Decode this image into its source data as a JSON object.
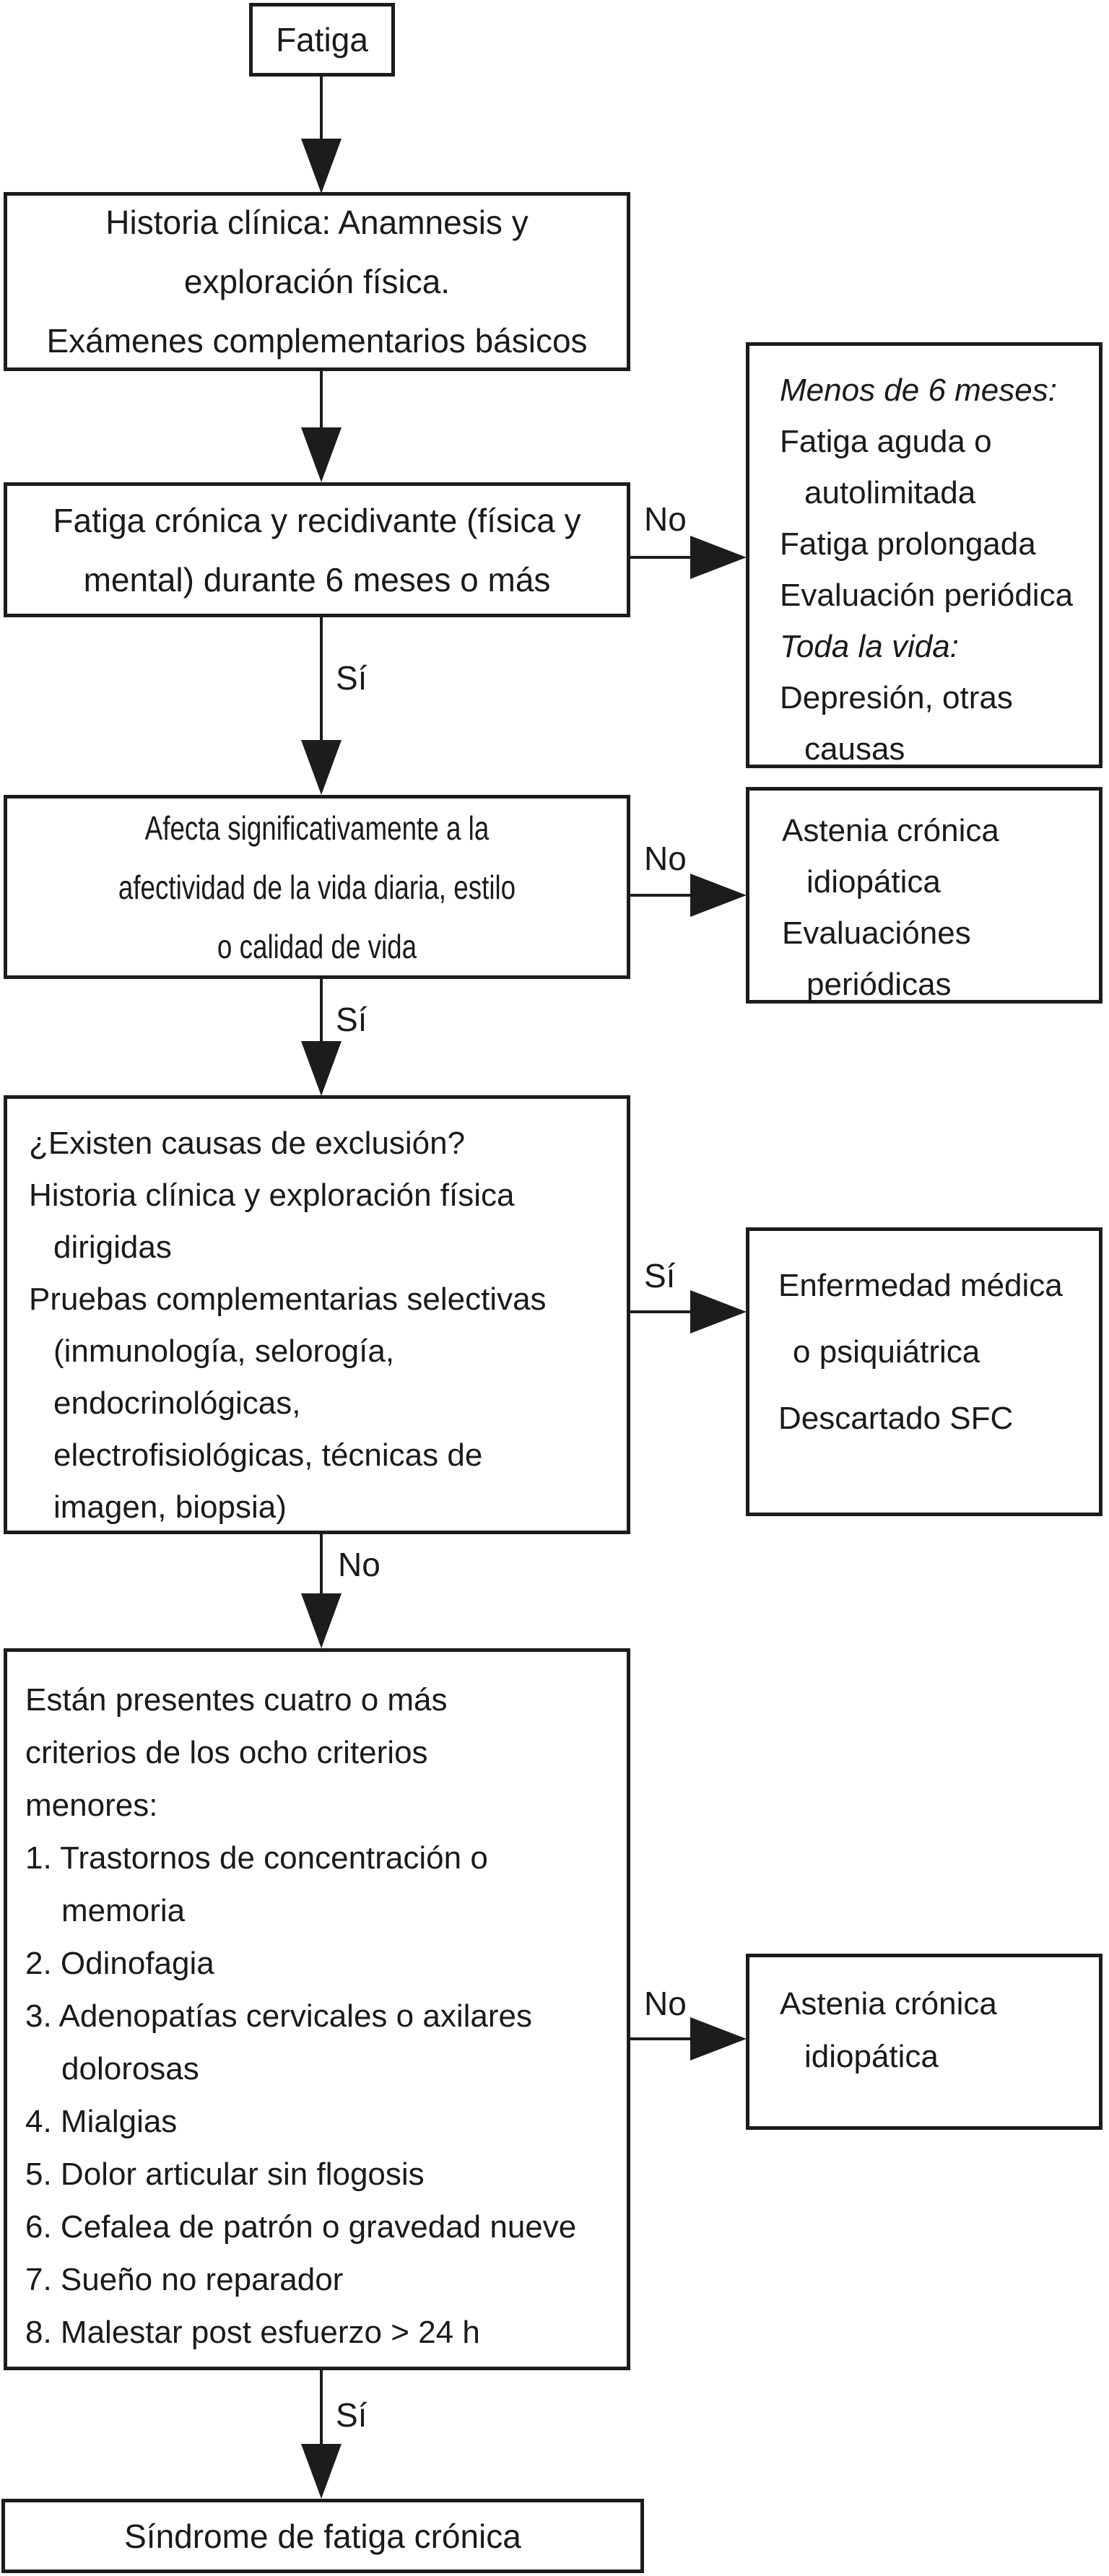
{
  "nodes": {
    "start": {
      "label": "Fatiga"
    },
    "history": {
      "lines": [
        "Historia clínica: Anamnesis y",
        "exploración física.",
        "Exámenes complementarios básicos"
      ]
    },
    "chronic": {
      "lines": [
        "Fatiga crónica y recidivante (física y",
        "mental) durante 6 meses o más"
      ]
    },
    "less6": {
      "lines": [
        "Menos de 6 meses:",
        "Fatiga aguda o",
        "autolimitada",
        "Fatiga prolongada",
        "Evaluación periódica",
        "Toda la vida:",
        "Depresión, otras",
        "causas"
      ]
    },
    "affects": {
      "lines": [
        "Afecta significativamente a la",
        "afectividad de la vida diaria, estilo",
        "o calidad de vida"
      ]
    },
    "asthenia1": {
      "lines": [
        "Astenia crónica",
        "idiopática",
        "Evaluaciónes",
        "periódicas"
      ]
    },
    "exclusion": {
      "lines": [
        "¿Existen causas de exclusión?",
        "Historia clínica y exploración física",
        "dirigidas",
        "Pruebas complementarias selectivas",
        "(inmunología, selorogía,",
        "endocrinológicas,",
        "electrofisiológicas, técnicas de",
        "imagen, biopsia)"
      ]
    },
    "medical": {
      "lines": [
        "Enfermedad médica",
        "o psiquiátrica",
        "Descartado SFC"
      ]
    },
    "criteria": {
      "lines": [
        "Están presentes cuatro o más",
        "criterios de los ocho criterios",
        "menores:",
        "1. Trastornos de concentración o",
        "memoria",
        "2. Odinofagia",
        "3. Adenopatías cervicales o axilares",
        "dolorosas",
        "4. Mialgias",
        "5. Dolor articular sin flogosis",
        "6. Cefalea de patrón o gravedad nueve",
        "7. Sueño no reparador",
        "8. Malestar post esfuerzo > 24 h"
      ]
    },
    "asthenia2": {
      "lines": [
        "Astenia crónica",
        "idiopática"
      ]
    },
    "cfs": {
      "label": "Síndrome de fatiga crónica"
    }
  },
  "edge_labels": {
    "si": "Sí",
    "no": "No"
  },
  "colors": {
    "line": "#1c1c1c",
    "background": "#ffffff",
    "text": "#1a1a1a"
  }
}
